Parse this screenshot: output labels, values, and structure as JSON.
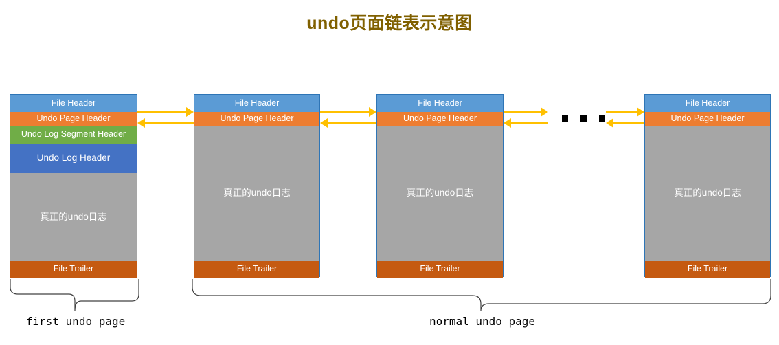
{
  "diagram": {
    "title": "undo页面链表示意图",
    "title_color": "#806000",
    "colors": {
      "file_header": "#5B9BD5",
      "undo_page_header": "#ED7D31",
      "undo_log_segment_header": "#70AD47",
      "undo_log_header": "#4472C4",
      "body": "#A6A6A6",
      "file_trailer": "#C55A11",
      "arrow": "#FFC000",
      "border": "#2E75B6",
      "dots": "#000000"
    },
    "pages": [
      {
        "kind": "first-undo-page",
        "bands": [
          {
            "name": "file-header",
            "label": "File Header"
          },
          {
            "name": "undo-page-header",
            "label": "Undo Page Header"
          },
          {
            "name": "undo-log-segment-header",
            "label": "Undo Log Segment Header"
          },
          {
            "name": "undo-log-header",
            "label": "Undo Log Header"
          },
          {
            "name": "undo-log-body",
            "label": "真正的undo日志"
          },
          {
            "name": "file-trailer",
            "label": "File Trailer"
          }
        ]
      },
      {
        "kind": "normal-undo-page",
        "bands": [
          {
            "name": "file-header",
            "label": "File Header"
          },
          {
            "name": "undo-page-header",
            "label": "Undo Page Header"
          },
          {
            "name": "undo-log-body",
            "label": "真正的undo日志"
          },
          {
            "name": "file-trailer",
            "label": "File Trailer"
          }
        ]
      },
      {
        "kind": "normal-undo-page",
        "bands": [
          {
            "name": "file-header",
            "label": "File Header"
          },
          {
            "name": "undo-page-header",
            "label": "Undo Page Header"
          },
          {
            "name": "undo-log-body",
            "label": "真正的undo日志"
          },
          {
            "name": "file-trailer",
            "label": "File Trailer"
          }
        ]
      },
      {
        "kind": "normal-undo-page",
        "bands": [
          {
            "name": "file-header",
            "label": "File Header"
          },
          {
            "name": "undo-page-header",
            "label": "Undo Page Header"
          },
          {
            "name": "undo-log-body",
            "label": "真正的undo日志"
          },
          {
            "name": "file-trailer",
            "label": "File Trailer"
          }
        ]
      }
    ],
    "ellipsis": {
      "name": "ellipsis-dots",
      "count": 3
    },
    "links": [
      {
        "name": "link-page1-page2",
        "forward": "right",
        "backward": "left"
      },
      {
        "name": "link-page2-page3",
        "forward": "right",
        "backward": "left"
      },
      {
        "name": "link-page3-ellipsis",
        "forward": "right",
        "backward": "left"
      },
      {
        "name": "link-ellipsis-page4",
        "forward": "right",
        "backward": "left"
      }
    ],
    "braces": [
      {
        "name": "brace-first-undo-page",
        "label": "first undo page"
      },
      {
        "name": "brace-normal-undo-page",
        "label": "normal undo page"
      }
    ]
  }
}
